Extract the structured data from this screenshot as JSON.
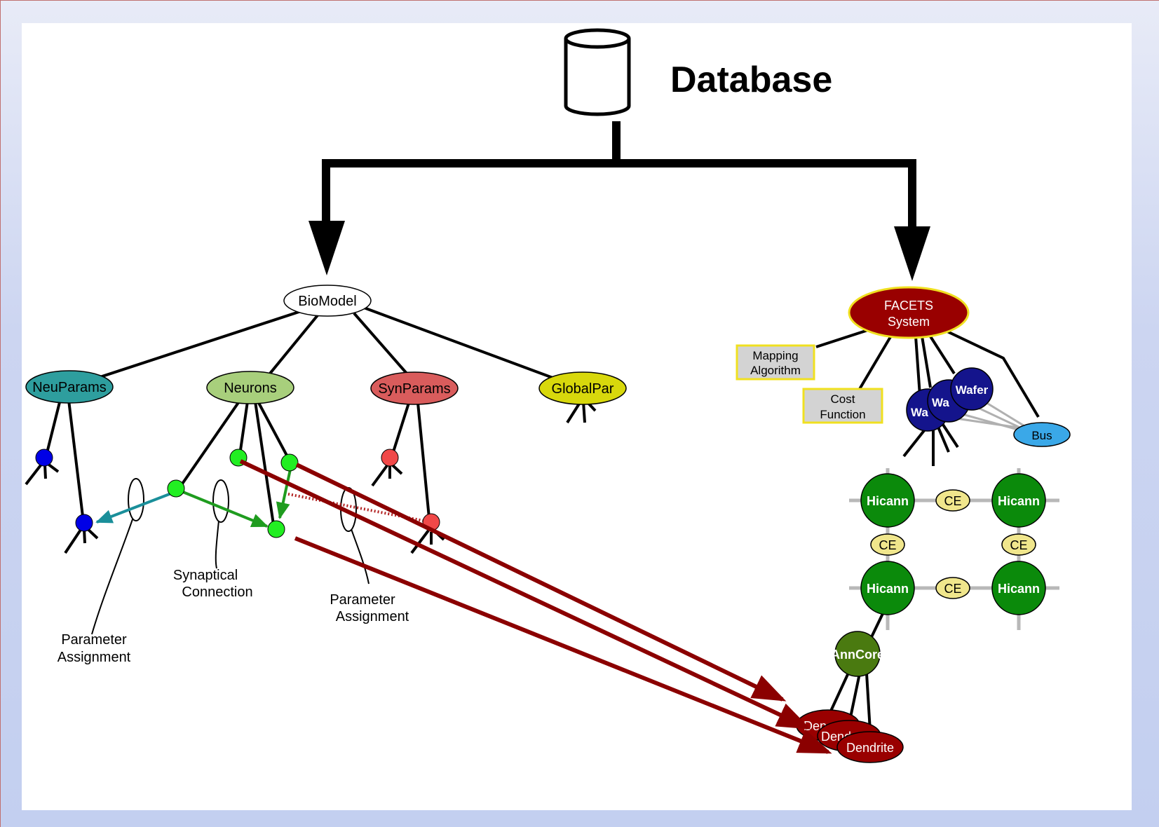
{
  "database": {
    "label": "Database"
  },
  "biomodel": {
    "root": "BioModel",
    "children": [
      "NeuParams",
      "Neurons",
      "SynParams",
      "GlobalPar"
    ]
  },
  "annotations": {
    "param_assignment_left": [
      "Parameter",
      "Assignment"
    ],
    "synaptical_connection": [
      "Synaptical",
      "Connection"
    ],
    "param_assignment_right": [
      "Parameter",
      "Assignment"
    ]
  },
  "facets": {
    "system": [
      "FACETS",
      "System"
    ],
    "mapping_algorithm": [
      "Mapping",
      "Algorithm"
    ],
    "cost_function": [
      "Cost",
      "Function"
    ],
    "wafers": [
      "Wa",
      "Wa",
      "Wafer"
    ],
    "bus": "Bus",
    "hicann": [
      "Hicann",
      "Hicann",
      "Hicann",
      "Hicann"
    ],
    "ce": [
      "CE",
      "CE",
      "CE",
      "CE"
    ],
    "anncore": "AnnCore",
    "dendrites": [
      "Den",
      "Dend",
      "Dendrite"
    ]
  },
  "colors": {
    "neuparams": "#2e9e9e",
    "neurons": "#a8cf7c",
    "synparams": "#d95c5c",
    "globalpar": "#d8d80c",
    "facets": "#990000",
    "wafer": "#14148c",
    "bus": "#3aa8e8",
    "hicann": "#0b8a0b",
    "ce": "#f0e68c",
    "anncore": "#4a7a10",
    "dendrite": "#990000",
    "mapping_arrow": "#8b0000"
  }
}
